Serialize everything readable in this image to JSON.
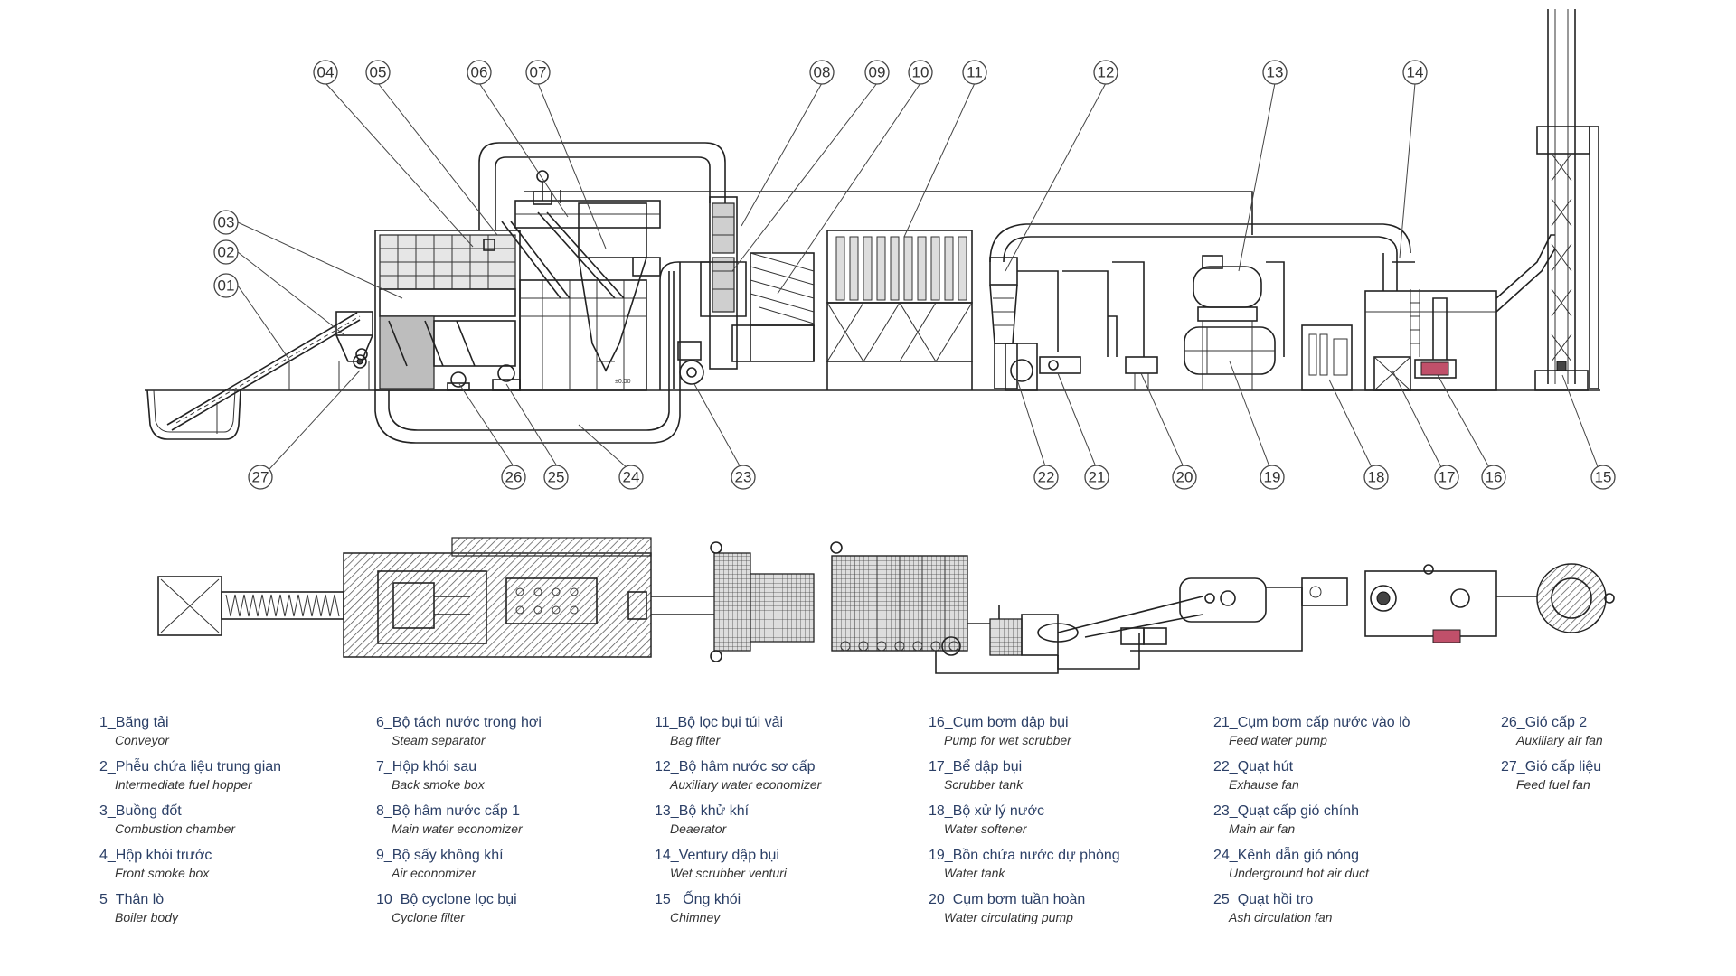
{
  "diagram": {
    "callouts_top": [
      "04",
      "05",
      "06",
      "07",
      "08",
      "09",
      "10",
      "11",
      "12",
      "13",
      "14"
    ],
    "callouts_left": [
      "03",
      "02",
      "01"
    ],
    "callouts_bottom": [
      "27",
      "26",
      "25",
      "24",
      "23",
      "22",
      "21",
      "20",
      "19",
      "18",
      "17",
      "16",
      "15"
    ],
    "elevation_mark": "±0.00"
  },
  "legend": {
    "columns": [
      [
        {
          "vn": "1_Băng tải",
          "en": "Conveyor"
        },
        {
          "vn": "2_Phễu chứa liệu trung gian",
          "en": "Intermediate fuel hopper"
        },
        {
          "vn": "3_Buồng đốt",
          "en": "Combustion chamber"
        },
        {
          "vn": "4_Hộp khói trước",
          "en": "Front smoke box"
        },
        {
          "vn": "5_Thân lò",
          "en": "Boiler body"
        }
      ],
      [
        {
          "vn": "6_Bộ tách nước trong hơi",
          "en": "Steam separator"
        },
        {
          "vn": "7_Hộp khói sau",
          "en": "Back smoke box"
        },
        {
          "vn": "8_Bộ hâm nước cấp 1",
          "en": "Main water economizer"
        },
        {
          "vn": "9_Bộ sấy không khí",
          "en": "Air economizer"
        },
        {
          "vn": "10_Bộ cyclone lọc bụi",
          "en": "Cyclone filter"
        }
      ],
      [
        {
          "vn": "11_Bộ lọc bụi túi vải",
          "en": "Bag filter"
        },
        {
          "vn": "12_Bộ hâm nước sơ cấp",
          "en": "Auxiliary water economizer"
        },
        {
          "vn": "13_Bộ khử khí",
          "en": "Deaerator"
        },
        {
          "vn": "14_Ventury dập bụi",
          "en": "Wet scrubber venturi"
        },
        {
          "vn": "15_ Ống khói",
          "en": "Chimney"
        }
      ],
      [
        {
          "vn": "16_Cụm bơm dập bụi",
          "en": "Pump for wet scrubber"
        },
        {
          "vn": "17_Bể dập bụi",
          "en": "Scrubber tank"
        },
        {
          "vn": "18_Bộ xử lý nước",
          "en": "Water softener"
        },
        {
          "vn": "19_Bồn chứa nước dự phòng",
          "en": "Water tank"
        },
        {
          "vn": "20_Cụm bơm tuần hoàn",
          "en": "Water circulating pump"
        }
      ],
      [
        {
          "vn": "21_Cụm bơm cấp nước vào lò",
          "en": "Feed water pump"
        },
        {
          "vn": "22_Quạt hút",
          "en": "Exhause fan"
        },
        {
          "vn": "23_Quạt cấp gió chính",
          "en": "Main air fan"
        },
        {
          "vn": "24_Kênh dẫn gió nóng",
          "en": "Underground hot air duct"
        },
        {
          "vn": "25_Quạt hồi tro",
          "en": "Ash circulation fan"
        }
      ],
      [
        {
          "vn": "26_Gió cấp 2",
          "en": "Auxiliary air fan"
        },
        {
          "vn": "27_Gió cấp liệu",
          "en": "Feed fuel fan"
        }
      ]
    ]
  }
}
